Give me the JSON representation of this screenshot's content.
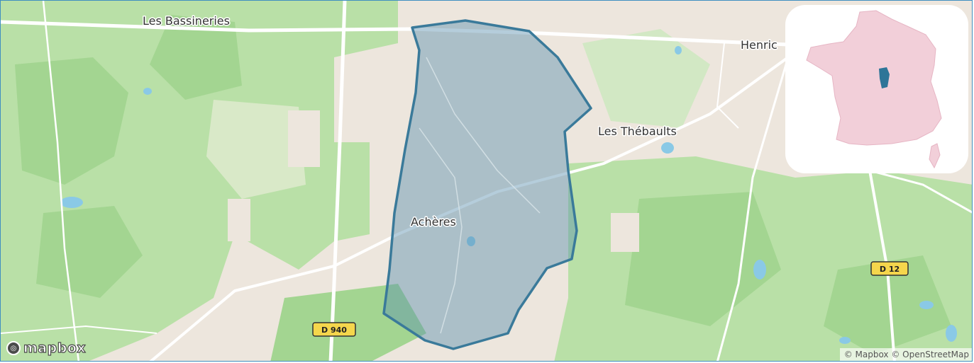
{
  "map": {
    "labels": {
      "les_bassineries": "Les Bassineries",
      "henric": "Henric",
      "les_thebaults": "Les Thébaults",
      "acheres": "Achères"
    },
    "road_shields": {
      "d940": "D 940",
      "d12": "D 12"
    },
    "brand": "mapbox",
    "attribution": "© Mapbox © OpenStreetMap",
    "colors": {
      "forest": "#b9e0a7",
      "dense_forest": "#a3d591",
      "farmland": "#ede6dd",
      "water": "#8ac9e6",
      "road": "#ffffff",
      "commune_fill": "#5a90b0",
      "commune_outline": "#3a7a9a",
      "shield": "#f5d64c"
    }
  },
  "inset": {
    "icon": "france-locator-map",
    "country_fill": "#f2cfd9",
    "highlight_fill": "#2e7598"
  }
}
